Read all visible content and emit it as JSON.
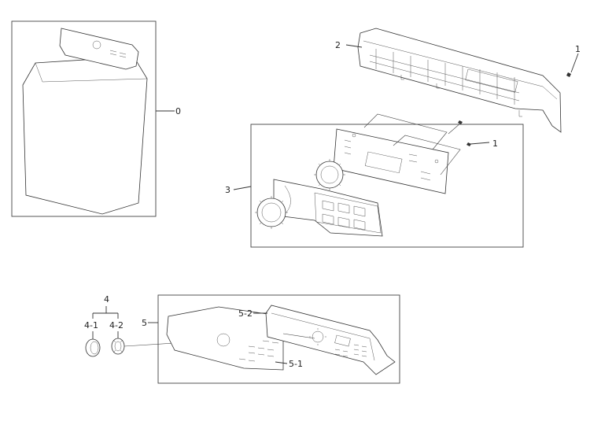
{
  "labels": {
    "part_0": "0",
    "part_1_top": "1",
    "part_1_mid": "1",
    "part_2": "2",
    "part_3": "3",
    "part_4": "4",
    "part_4_1": "4-1",
    "part_4_2": "4-2",
    "part_5": "5",
    "part_5_1": "5-1",
    "part_5_2": "5-2"
  },
  "colors": {
    "line": "#333333",
    "background": "#ffffff"
  }
}
